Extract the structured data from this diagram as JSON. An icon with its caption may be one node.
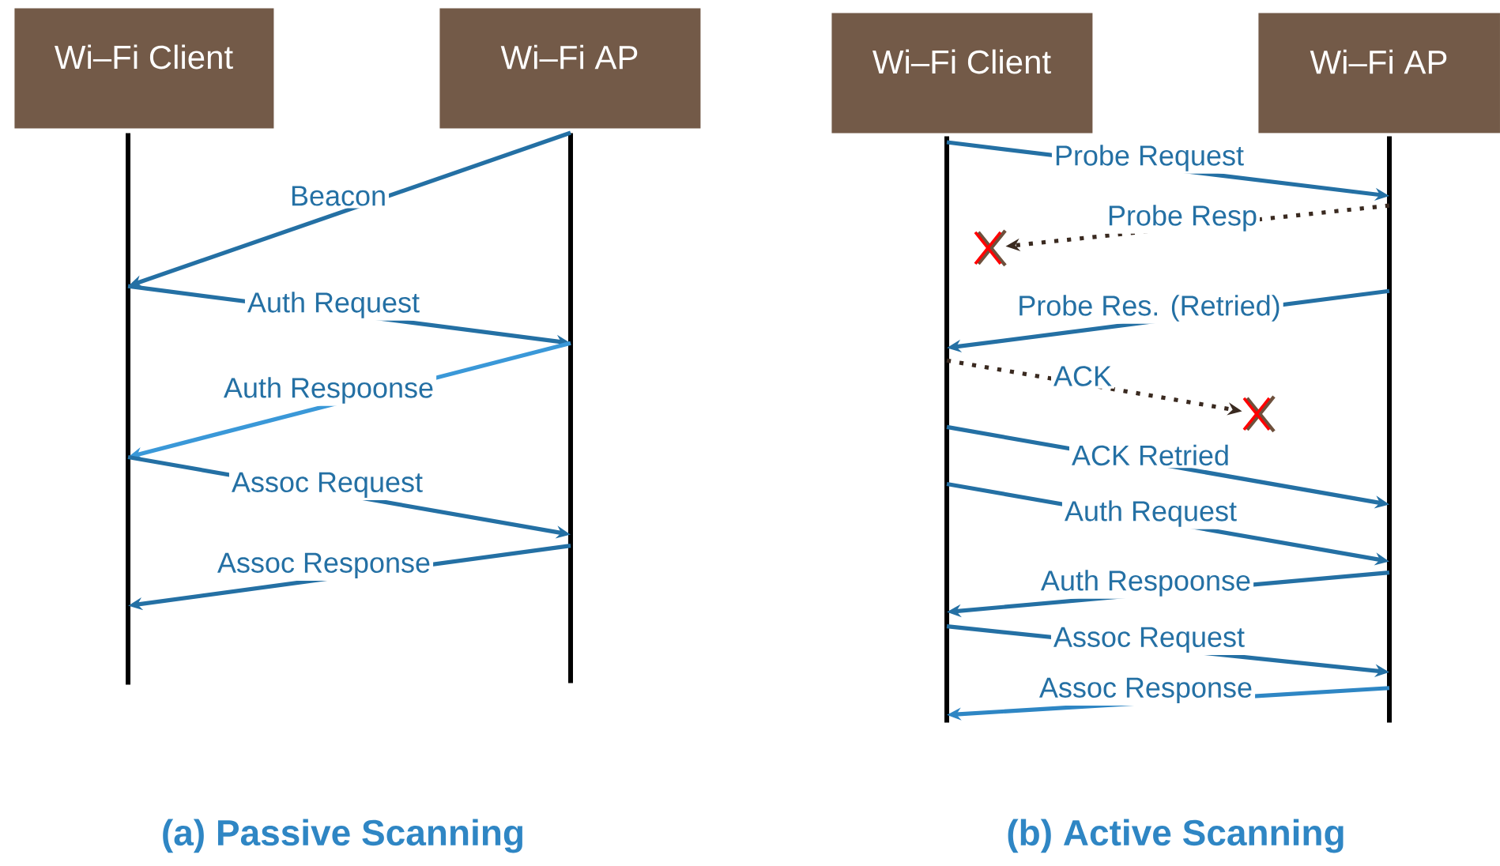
{
  "diagram": {
    "nodes": [
      {
        "text": [
          "Wi–Fi Client"
        ]
      },
      {
        "text": [
          "Wi–Fi AP"
        ]
      },
      {
        "text": [],
        "shape": "bar"
      },
      {
        "text": [],
        "shape": "bar"
      },
      {
        "text": [
          "Wi–Fi Client"
        ]
      },
      {
        "text": [
          "Wi–Fi AP"
        ]
      },
      {
        "text": [],
        "shape": "bar"
      },
      {
        "text": [],
        "shape": "bar"
      },
      {
        "text": [],
        "shape": "cross"
      },
      {
        "text": [],
        "shape": "cross"
      }
    ],
    "edges": [
      {
        "from": 3,
        "to": 2,
        "arrow": "to",
        "label": "Beacon"
      },
      {
        "from": 2,
        "to": 3,
        "arrow": "to",
        "label": "Auth Request"
      },
      {
        "from": 3,
        "to": 2,
        "arrow": "to",
        "label": "Auth Respoonse",
        "color": "#3a98d8"
      },
      {
        "from": 2,
        "to": 3,
        "arrow": "to",
        "label": "Assoc Request"
      },
      {
        "from": 3,
        "to": 2,
        "arrow": "to",
        "label": "Assoc Response"
      },
      {
        "from": 6,
        "to": 7,
        "arrow": "to",
        "label": "Probe Request"
      },
      {
        "from": 7,
        "to": 8,
        "arrow": "to",
        "label": "Probe Resp",
        "style": "dashed",
        "color": "#3a2a20"
      },
      {
        "from": 7,
        "to": 6,
        "arrow": "to",
        "label": "Probe Res. (Retried)"
      },
      {
        "from": 6,
        "to": 9,
        "arrow": "to",
        "label": "ACK",
        "style": "dashed",
        "color": "#3a2a20"
      },
      {
        "from": 6,
        "to": 7,
        "arrow": "to",
        "label": "ACK Retried"
      },
      {
        "from": 6,
        "to": 7,
        "arrow": "to",
        "label": "Auth Request"
      },
      {
        "from": 7,
        "to": 6,
        "arrow": "to",
        "label": "Auth Respoonse"
      },
      {
        "from": 6,
        "to": 7,
        "arrow": "to",
        "label": "Assoc Request"
      },
      {
        "from": 7,
        "to": 6,
        "arrow": "to",
        "label": "Assoc Response",
        "color": "#2e86c4"
      }
    ],
    "labels": [
      "(a) Passive Scanning",
      "(b) Active Scanning"
    ]
  }
}
